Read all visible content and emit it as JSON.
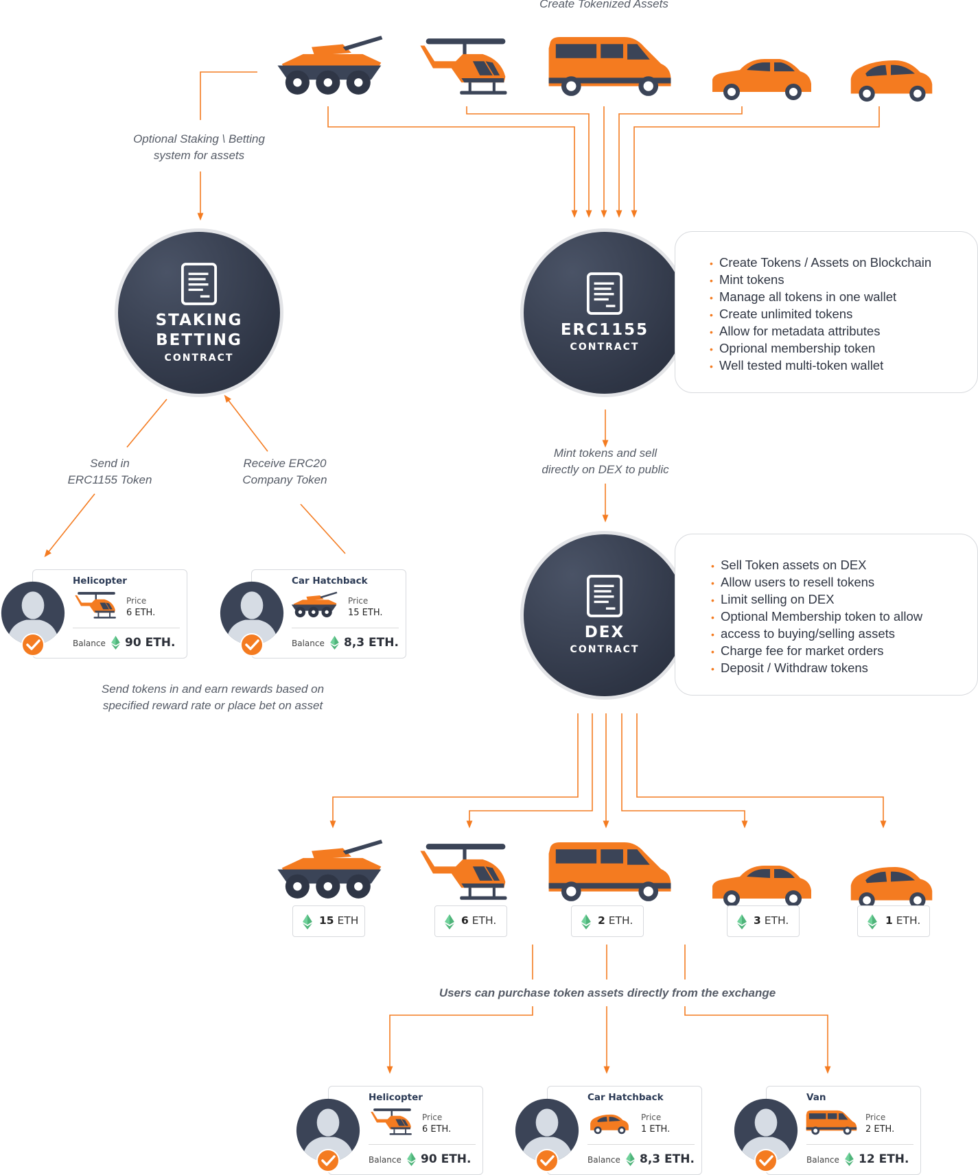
{
  "notes": {
    "create": "Create Tokenized Assets",
    "staking_l1": "Optional Staking \\ Betting",
    "staking_l2": "system for assets",
    "send_l1": "Send in",
    "send_l2": "ERC1155 Token",
    "receive_l1": "Receive ERC20",
    "receive_l2": "Company Token",
    "mint_l1": "Mint tokens and sell",
    "mint_l2": "directly on DEX to public",
    "rewards_l1": "Send tokens in and earn rewards based on",
    "rewards_l2": "specified reward rate  or place bet on asset",
    "purchase": "Users can purchase token assets directly from the exchange"
  },
  "contracts": {
    "staking": {
      "line1": "STAKING",
      "line2": "BETTING",
      "sub": "CONTRACT"
    },
    "erc1155": {
      "line1": "ERC1155",
      "sub": "CONTRACT"
    },
    "dex": {
      "line1": "DEX",
      "sub": "CONTRACT"
    }
  },
  "erc1155_features": [
    "Create Tokens / Assets on Blockchain",
    "Mint tokens",
    "Manage all tokens in one wallet",
    "Create unlimited tokens",
    "Allow for metadata attributes",
    "Oprional membership token",
    "Well tested multi-token wallet"
  ],
  "dex_features": [
    "Sell Token assets on DEX",
    "Allow users to resell tokens",
    "Limit selling on DEX",
    "Optional Membership token to allow",
    "access to buying/selling assets",
    "Charge fee for market orders",
    "Deposit / Withdraw tokens"
  ],
  "staking_cards": [
    {
      "name": "Helicopter",
      "price_label": "Price",
      "price": "6 ETH.",
      "balance_label": "Balance",
      "balance": "90 ETH."
    },
    {
      "name": "Car Hatchback",
      "price_label": "Price",
      "price": "15 ETH.",
      "balance_label": "Balance",
      "balance": "8,3 ETH."
    }
  ],
  "dex_prices": [
    {
      "value": "15",
      "unit": " ETH"
    },
    {
      "value": "6",
      "unit": " ETH."
    },
    {
      "value": "2",
      "unit": " ETH."
    },
    {
      "value": "3",
      "unit": " ETH."
    },
    {
      "value": "1",
      "unit": " ETH."
    }
  ],
  "buyer_cards": [
    {
      "name": "Helicopter",
      "price_label": "Price",
      "price": "6 ETH.",
      "balance_label": "Balance",
      "balance": "90 ETH."
    },
    {
      "name": "Car Hatchback",
      "price_label": "Price",
      "price": "1 ETH.",
      "balance_label": "Balance",
      "balance": "8,3 ETH."
    },
    {
      "name": "Van",
      "price_label": "Price",
      "price": "2 ETH.",
      "balance_label": "Balance",
      "balance": "12 ETH."
    }
  ],
  "icons": [
    "tank-icon",
    "helicopter-icon",
    "van-icon",
    "sedan-icon",
    "hatchback-icon",
    "document-icon",
    "user-avatar-icon",
    "check-badge-icon",
    "ethereum-icon"
  ],
  "colors": {
    "accent": "#f47b20",
    "dark": "#3b4457",
    "circle": "#343b4c",
    "border": "#d7d9dd"
  }
}
